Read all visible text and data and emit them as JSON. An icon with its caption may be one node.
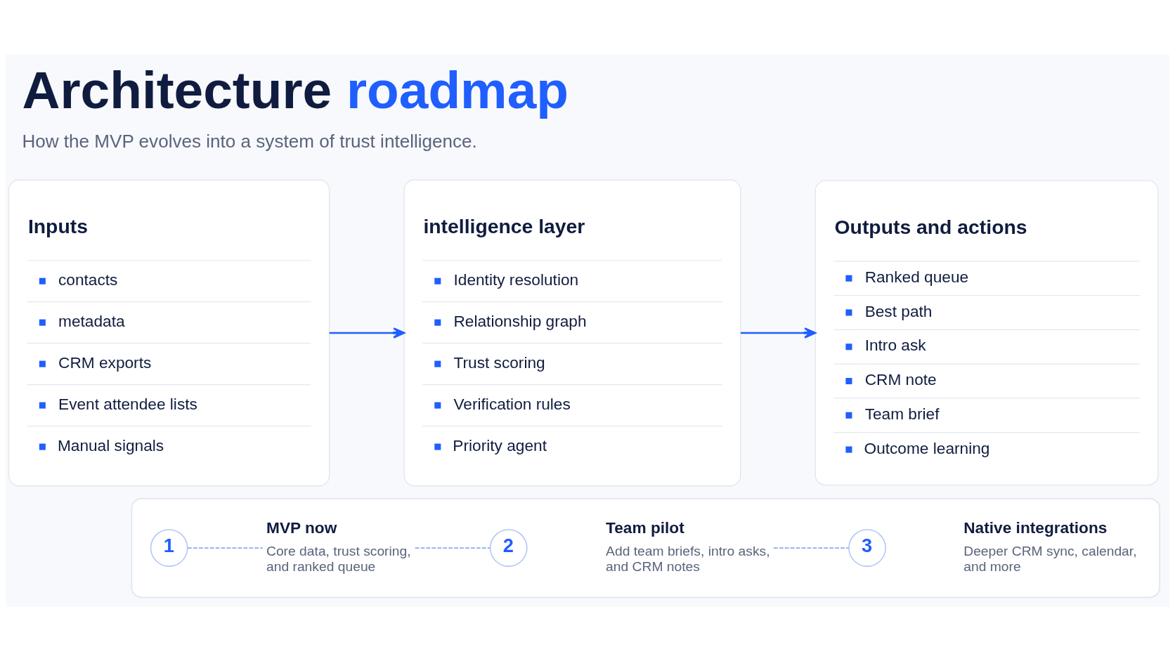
{
  "diagram": {
    "title": "Architecture roadmap",
    "caption": "How the MVP evolves into a system of trust intelligence.",
    "nodes": [
      {
        "text": [
          "Inputs",
          "contacts",
          "metadata",
          "CRM exports",
          "Event attendee lists",
          "Manual signals"
        ]
      },
      {
        "text": [
          "intelligence layer",
          "Identity resolution",
          "Relationship graph",
          "Trust scoring",
          "Verification rules",
          "Priority agent"
        ]
      },
      {
        "text": [
          "Outputs and actions",
          "Ranked queue",
          "Best path",
          "Intro ask",
          "CRM note",
          "Team brief",
          "Outcome learning"
        ]
      },
      {
        "text": [],
        "shape": "box"
      },
      {
        "text": [
          "1"
        ],
        "in": 3
      },
      {
        "text": [
          "MVP now",
          "Core data, trust scoring, and ranked queue"
        ],
        "in": 3
      },
      {
        "text": [
          "2"
        ],
        "in": 3
      },
      {
        "text": [
          "Team pilot",
          "Add team briefs, intro asks, and CRM notes"
        ],
        "in": 3
      },
      {
        "text": [
          "3"
        ],
        "in": 3
      },
      {
        "text": [
          "Native integrations",
          "Deeper CRM sync, calendar, and more"
        ],
        "in": 3
      }
    ],
    "edges": [
      {
        "from": 0,
        "to": 1,
        "arrow": "to",
        "color": "#1f5eff"
      },
      {
        "from": 1,
        "to": 2,
        "arrow": "to",
        "color": "#1f5eff"
      },
      {
        "from": 4,
        "to": 5,
        "arrow": "none",
        "style": "dashed"
      },
      {
        "from": 5,
        "to": 6,
        "arrow": "none",
        "style": "dashed"
      },
      {
        "from": 7,
        "to": 8,
        "arrow": "none",
        "style": "dashed"
      }
    ]
  }
}
